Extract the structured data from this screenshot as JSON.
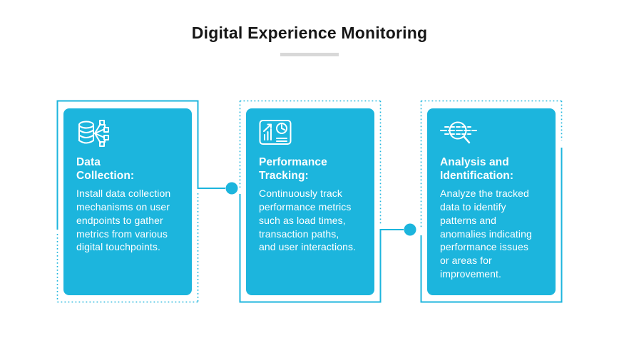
{
  "title": "Digital Experience Monitoring",
  "colors": {
    "accent": "#1CB5DD",
    "title_text": "#161616",
    "card_text": "#FFFFFF",
    "divider": "#D8D8D8",
    "background": "#FFFFFF"
  },
  "cards": [
    {
      "icon": "database-network-icon",
      "heading": "Data\nCollection:",
      "body": "Install data collection\nmechanisms on user\nendpoints to gather\nmetrics from various\ndigital touchpoints."
    },
    {
      "icon": "performance-dashboard-icon",
      "heading": "Performance\nTracking:",
      "body": "Continuously track\nperformance metrics\nsuch as load times,\ntransaction paths,\nand user interactions."
    },
    {
      "icon": "search-analysis-icon",
      "heading": "Analysis and\nIdentification:",
      "body": "Analyze the tracked\ndata to identify\npatterns and\nanomalies indicating\nperformance issues\nor areas for\nimprovement."
    }
  ]
}
